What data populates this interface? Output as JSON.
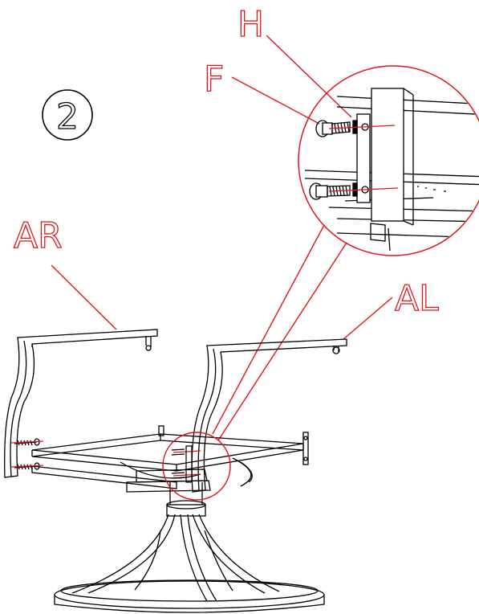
{
  "step": {
    "number": "2"
  },
  "labels": {
    "h": "H",
    "f": "F",
    "ar": "AR",
    "al": "AL"
  },
  "colors": {
    "line": "#000000",
    "callout": "#e0161b",
    "background": "#ffffff"
  }
}
